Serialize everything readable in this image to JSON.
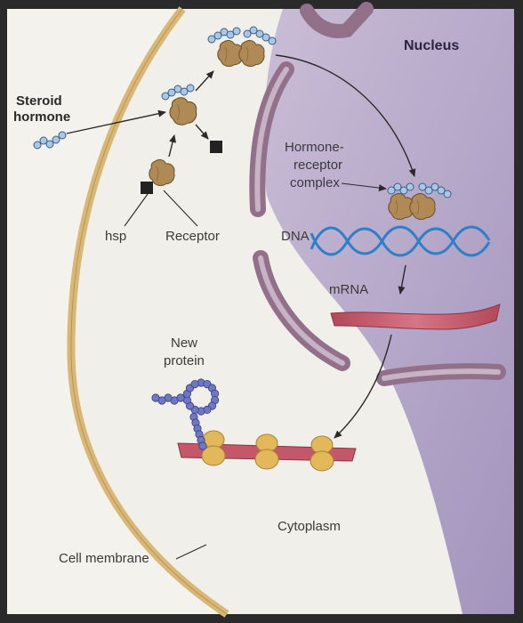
{
  "labels": {
    "steroid_hormone_line1": "Steroid",
    "steroid_hormone_line2": "hormone",
    "nucleus": "Nucleus",
    "complex_line1": "Hormone-",
    "complex_line2": "receptor",
    "complex_line3": "complex",
    "hsp": "hsp",
    "receptor": "Receptor",
    "dna": "DNA",
    "mrna": "mRNA",
    "new_protein_line1": "New",
    "new_protein_line2": "protein",
    "cytoplasm": "Cytoplasm",
    "cell_membrane": "Cell membrane"
  },
  "colors": {
    "cytoplasm": "#f1efe9",
    "membrane": "#d9b777",
    "nucleus": "#b3a5c8",
    "nuclear_envelope": "#93708a",
    "receptor": "#b08a55",
    "hormone_bead": "#a9c8e6",
    "dna": "#2f7fc8",
    "mrna": "#c2586a",
    "protein_bead": "#6e78c4",
    "ribosome": "#e2b85a",
    "hsp": "#222222"
  }
}
